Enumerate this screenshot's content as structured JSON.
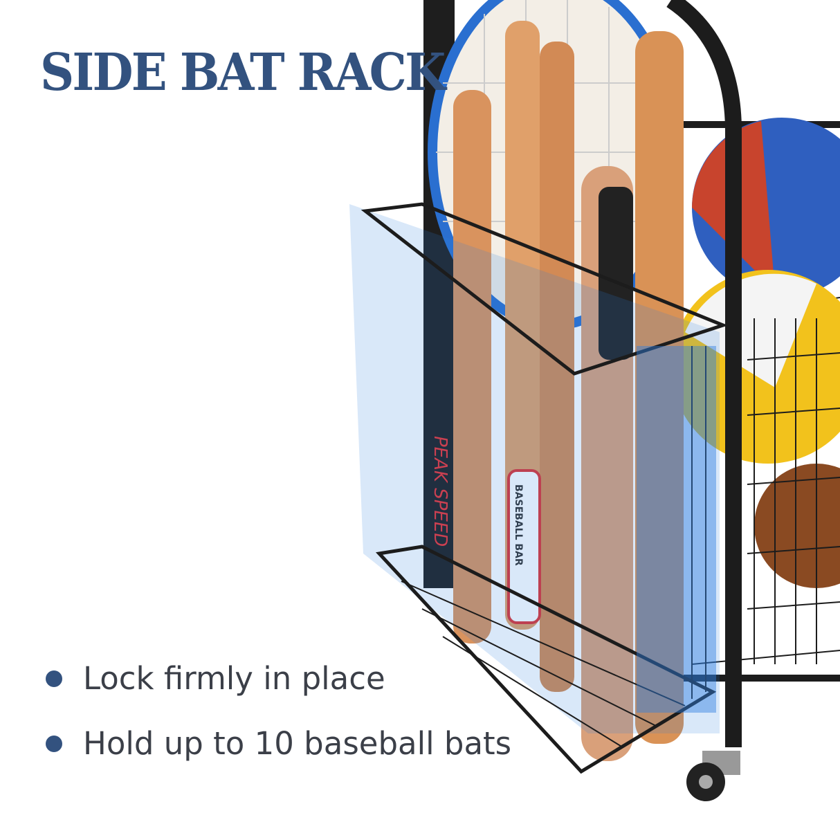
{
  "title": "SIDE BAT RACK",
  "bullets": [
    "Lock firmly in place",
    "Hold up to 10 baseball bats"
  ],
  "product_labels": [
    "PEAK SPEED",
    "BASEBALL BAR"
  ],
  "colors": {
    "title": "#33527f",
    "bullet_text": "#3b3f48",
    "bullet_dot": "#33527f",
    "frame": "#1c1c1c",
    "highlight": "#2f7fe0",
    "bat_wood": "#d9935e"
  }
}
